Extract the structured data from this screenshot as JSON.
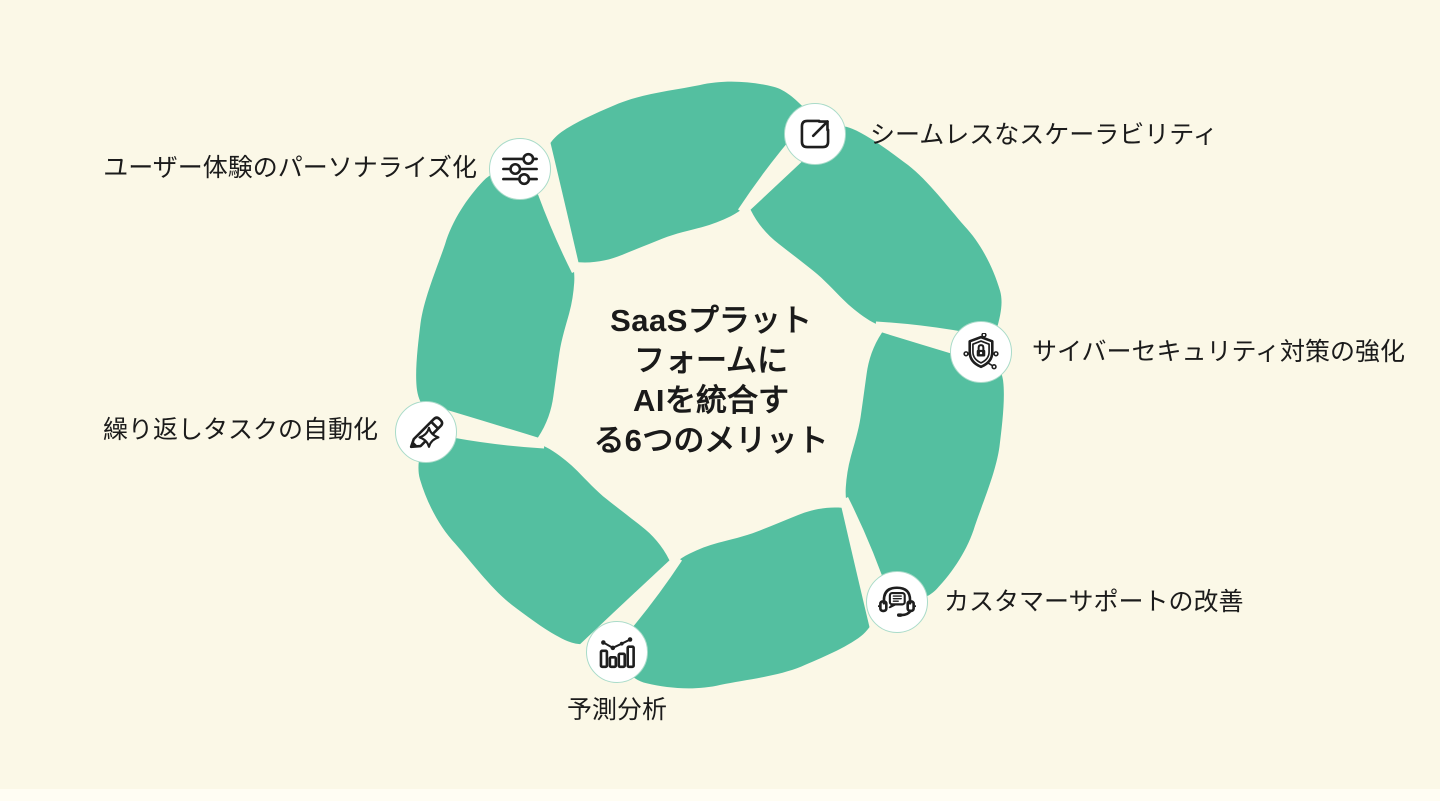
{
  "canvas": {
    "background_color": "#fbf8e7",
    "petal_color": "#54bfa0",
    "bottom_strip_color": "#fffdf3",
    "icon_circle_border_color": "#a9dbc9",
    "text_color": "#1b1b1b"
  },
  "center_title": {
    "full_text": "SaaSプラットフォームにAIを統合する6つのメリット",
    "lines": [
      [
        {
          "text": "SaaS",
          "bold": true
        },
        {
          "text": "プラット",
          "bold": false
        }
      ],
      [
        {
          "text": "フォームに",
          "bold": false
        }
      ],
      [
        {
          "text": "AI",
          "bold": true
        },
        {
          "text": "を統合す",
          "bold": false
        }
      ],
      [
        {
          "text": "る",
          "bold": false
        },
        {
          "text": "6",
          "bold": true
        },
        {
          "text": "つのメリット",
          "bold": false
        }
      ]
    ]
  },
  "items": [
    {
      "id": "personalization",
      "label": "ユーザー体験のパーソナライズ化",
      "icon": "sliders-icon"
    },
    {
      "id": "scalability",
      "label": "シームレスなスケーラビリティ",
      "icon": "external-link-icon"
    },
    {
      "id": "cybersecurity",
      "label": "サイバーセキュリティ対策の強化",
      "icon": "shield-lock-icon"
    },
    {
      "id": "customer-support",
      "label": "カスタマーサポートの改善",
      "icon": "headset-chat-icon"
    },
    {
      "id": "predictive-analytics",
      "label": "予測分析",
      "icon": "bar-chart-icon"
    },
    {
      "id": "automation",
      "label": "繰り返しタスクの自動化",
      "icon": "pencil-sparkle-icon"
    }
  ]
}
